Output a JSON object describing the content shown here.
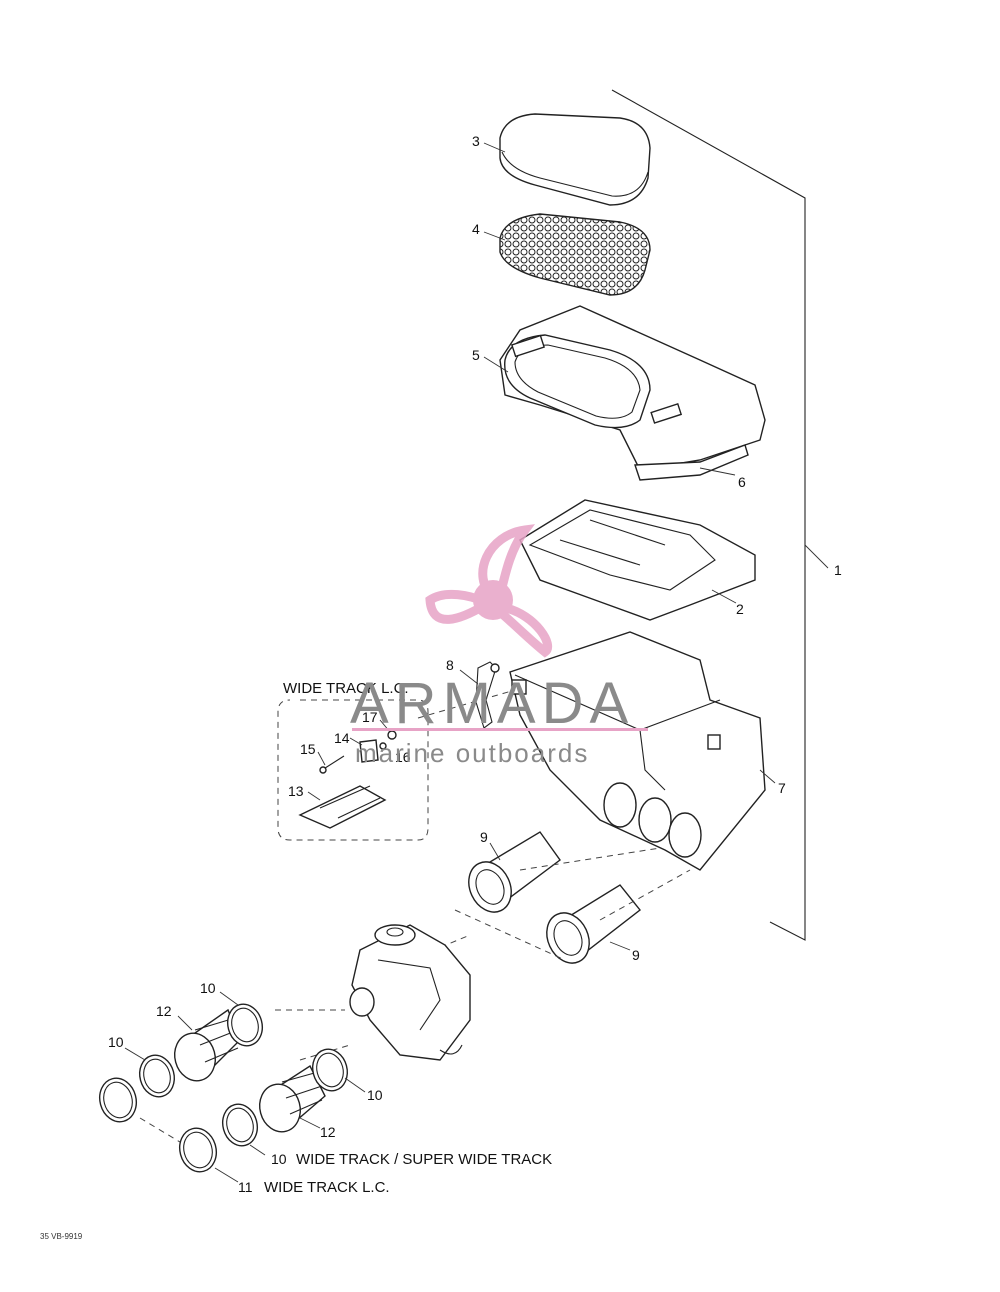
{
  "labels": {
    "p1": "1",
    "p2": "2",
    "p3": "3",
    "p4": "4",
    "p5": "5",
    "p6": "6",
    "p7": "7",
    "p8": "8",
    "p9a": "9",
    "p9b": "9",
    "p10a": "10",
    "p10b": "10",
    "p10c": "10",
    "p10d": "10",
    "p11": "11",
    "p12a": "12",
    "p12b": "12",
    "p13": "13",
    "p14": "14",
    "p15": "15",
    "p16": "16",
    "p17": "17"
  },
  "notes": {
    "wide_track_lc_box": "WIDE TRACK L.C.",
    "item10_note": "WIDE TRACK / SUPER WIDE TRACK",
    "item11_note": "WIDE TRACK L.C."
  },
  "drawing_code": "35 VB-9919",
  "watermark": {
    "title": "ARMADA",
    "subtitle": "marine outboards",
    "color": "#e7a3c6"
  }
}
